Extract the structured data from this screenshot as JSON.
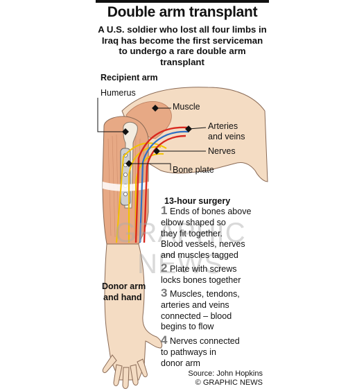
{
  "title": "Double arm transplant",
  "subtitle": "A U.S. soldier who lost all four limbs in Iraq has become the first serviceman to undergo a rare double arm transplant",
  "labels": {
    "recipient_arm": "Recipient arm",
    "humerus": "Humerus",
    "muscle": "Muscle",
    "arteries_veins": [
      "Arteries",
      "and veins"
    ],
    "nerves": "Nerves",
    "bone_plate": "Bone plate",
    "donor_arm": [
      "Donor arm",
      "and hand"
    ]
  },
  "surgery": {
    "heading": "13-hour surgery",
    "steps": [
      {
        "num": "1",
        "lines": [
          "Ends of bones above",
          "elbow shaped so",
          "they fit together.",
          "Blood vessels, nerves",
          "and muscles tagged"
        ]
      },
      {
        "num": "2",
        "lines": [
          "Plate with screws",
          "locks bones together"
        ]
      },
      {
        "num": "3",
        "lines": [
          "Muscles, tendons,",
          "arteries and veins",
          "connected – blood",
          "begins to flow"
        ]
      },
      {
        "num": "4",
        "lines": [
          "Nerves connected",
          "to pathways in",
          "donor arm"
        ]
      }
    ]
  },
  "watermark": "GRAPHIC NEWS",
  "source": "Source: John Hopkins",
  "copyright": "© GRAPHIC NEWS",
  "colors": {
    "skin": "#f4dcc3",
    "skin_outline": "#8a6a55",
    "muscle": "#e7a985",
    "artery": "#d9281e",
    "vein": "#2d6fc4",
    "nerve": "#f2c200"
  }
}
